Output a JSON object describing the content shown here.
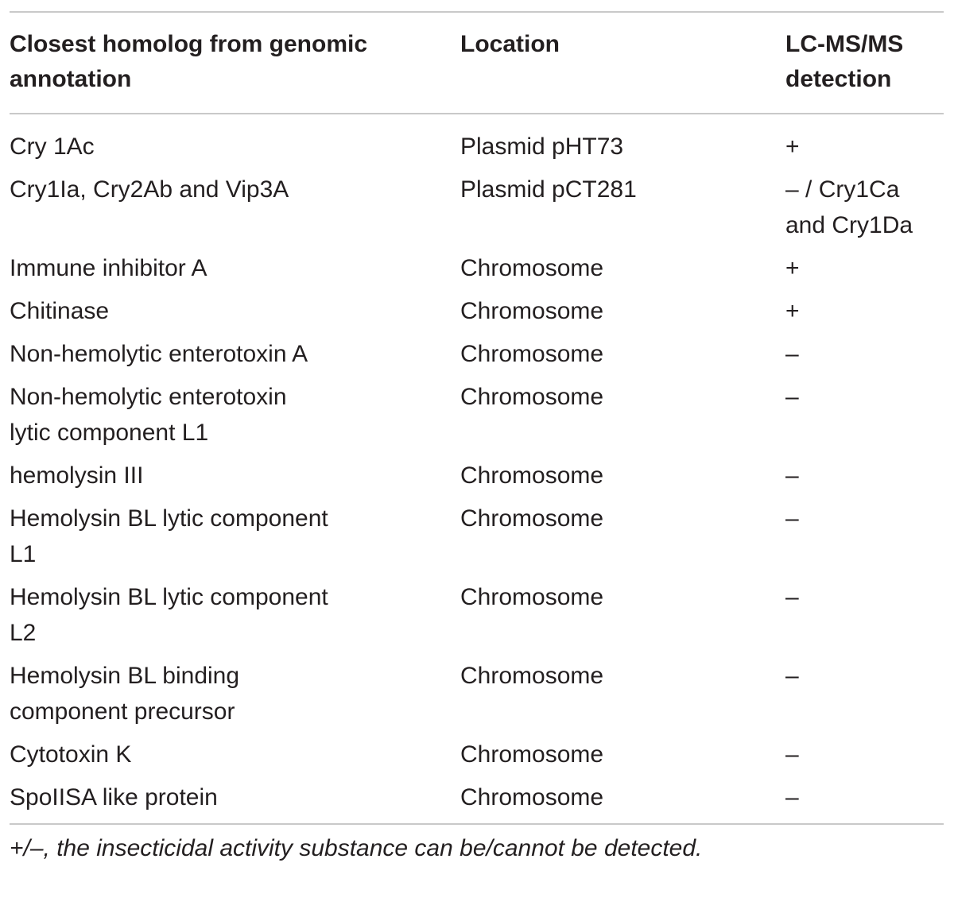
{
  "table": {
    "headers": [
      "Closest homolog from genomic annotation",
      "Location",
      "LC-MS/MS detection"
    ],
    "rows": [
      [
        "Cry 1Ac",
        "Plasmid pHT73",
        "+"
      ],
      [
        "Cry1Ia, Cry2Ab and Vip3A",
        "Plasmid pCT281",
        "– / Cry1Ca and Cry1Da"
      ],
      [
        "Immune inhibitor A",
        "Chromosome",
        "+"
      ],
      [
        "Chitinase",
        "Chromosome",
        "+"
      ],
      [
        "Non-hemolytic enterotoxin A",
        "Chromosome",
        "–"
      ],
      [
        "Non-hemolytic enterotoxin lytic component L1",
        "Chromosome",
        "–"
      ],
      [
        "hemolysin III",
        "Chromosome",
        "–"
      ],
      [
        "Hemolysin BL lytic component L1",
        "Chromosome",
        "–"
      ],
      [
        "Hemolysin BL lytic component L2",
        "Chromosome",
        "–"
      ],
      [
        "Hemolysin BL binding component precursor",
        "Chromosome",
        "–"
      ],
      [
        "Cytotoxin K",
        "Chromosome",
        "–"
      ],
      [
        "SpoIISA like protein",
        "Chromosome",
        "–"
      ]
    ],
    "footnote": "+/–, the insecticidal activity substance can be/cannot be detected."
  }
}
